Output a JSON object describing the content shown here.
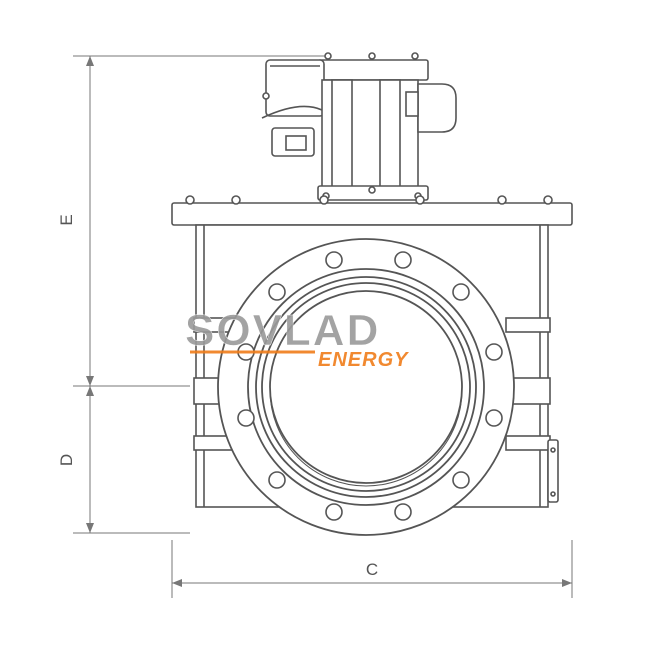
{
  "dimensions": {
    "e_label": "E",
    "d_label": "D",
    "c_label": "C"
  },
  "watermark": {
    "main": "SOVLAD",
    "sub": "ENERGY",
    "color_main": "#a0a0a0",
    "color_accent": "#f07d1a"
  },
  "colors": {
    "line": "#555555",
    "dim_line": "#777777"
  }
}
